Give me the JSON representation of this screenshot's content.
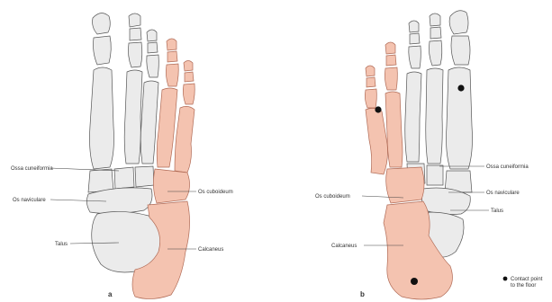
{
  "colors": {
    "bone_fill": "#ebebeb",
    "bone_stroke": "#555555",
    "lateral_fill": "#f4c3b0",
    "lateral_stroke": "#b06a55",
    "contact_dot": "#111111"
  },
  "figure_a": {
    "panel_letter": "a",
    "labels": {
      "ossa_cuneiformia": "Ossa cuneiformia",
      "os_naviculare": "Os naviculare",
      "talus": "Talus",
      "os_cuboideum": "Os cuboideum",
      "calcaneus": "Calcaneus"
    }
  },
  "figure_b": {
    "panel_letter": "b",
    "labels": {
      "ossa_cuneiformia": "Ossa cuneiformia",
      "os_naviculare": "Os naviculare",
      "talus": "Talus",
      "os_cuboideum": "Os cuboideum",
      "calcaneus": "Calcaneus"
    }
  },
  "legend": {
    "line1": "Contact point",
    "line2": "to the floor"
  }
}
